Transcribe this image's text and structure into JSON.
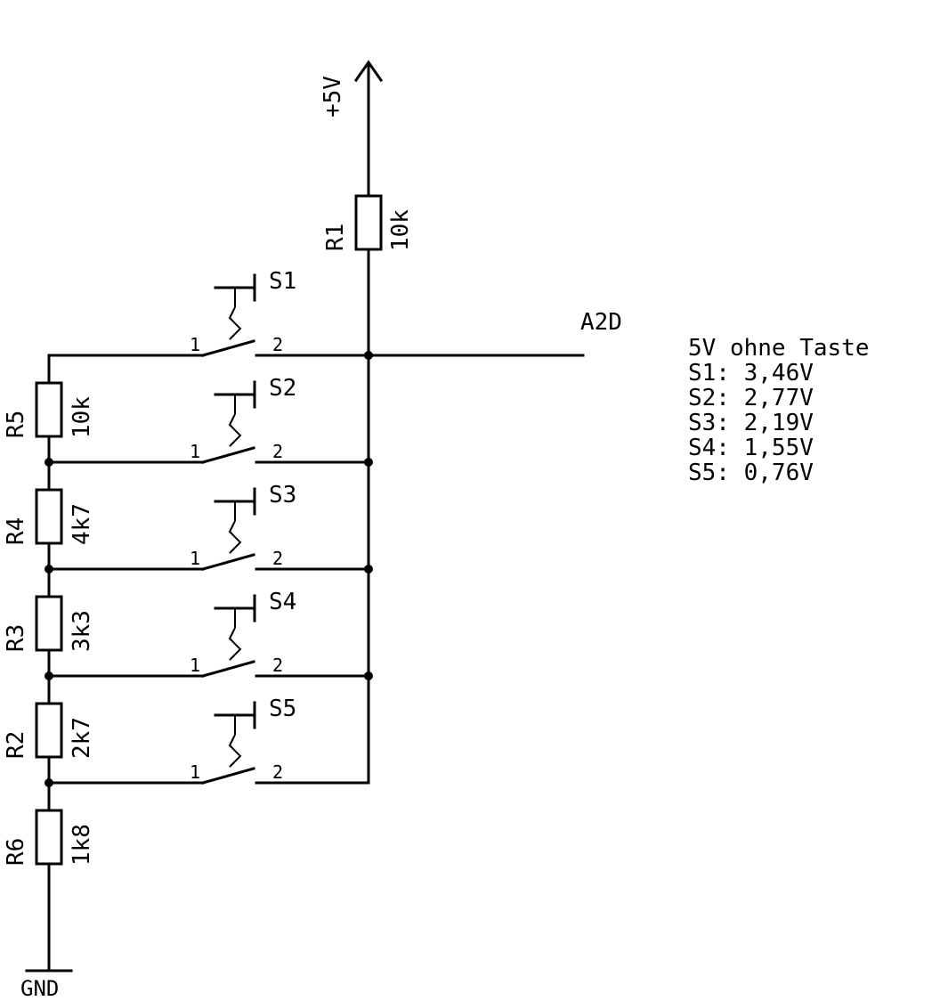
{
  "supply": {
    "label": "+5V"
  },
  "ground": {
    "label": "GND"
  },
  "output": {
    "label": "A2D"
  },
  "resistors": [
    {
      "id": "R1",
      "value": "10k"
    },
    {
      "id": "R5",
      "value": "10k"
    },
    {
      "id": "R4",
      "value": "4k7"
    },
    {
      "id": "R3",
      "value": "3k3"
    },
    {
      "id": "R2",
      "value": "2k7"
    },
    {
      "id": "R6",
      "value": "1k8"
    }
  ],
  "switches": [
    {
      "id": "S1",
      "pin1": "1",
      "pin2": "2"
    },
    {
      "id": "S2",
      "pin1": "1",
      "pin2": "2"
    },
    {
      "id": "S3",
      "pin1": "1",
      "pin2": "2"
    },
    {
      "id": "S4",
      "pin1": "1",
      "pin2": "2"
    },
    {
      "id": "S5",
      "pin1": "1",
      "pin2": "2"
    }
  ],
  "notes": [
    "5V ohne Taste",
    "S1: 3,46V",
    "S2: 2,77V",
    "S3: 2,19V",
    "S4: 1,55V",
    "S5: 0,76V"
  ]
}
